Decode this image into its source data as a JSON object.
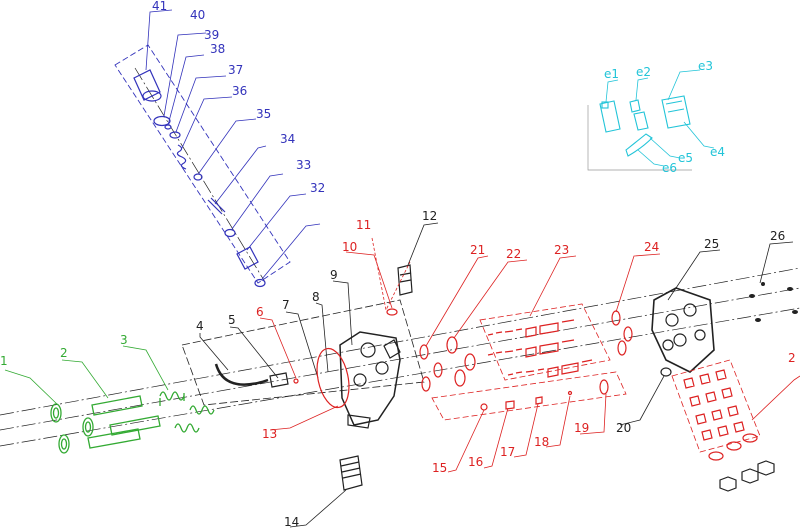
{
  "colors": {
    "green": "#33aa33",
    "red": "#dd2222",
    "blue": "#3333bb",
    "cyan": "#22c4d8",
    "dark": "#222222"
  },
  "labels": {
    "n1": "1",
    "n2": "2",
    "n3": "3",
    "n4": "4",
    "n5": "5",
    "n6": "6",
    "n7": "7",
    "n8": "8",
    "n9": "9",
    "n10": "10",
    "n11": "11",
    "n12": "12",
    "n13": "13",
    "n14": "14",
    "n15": "15",
    "n16": "16",
    "n17": "17",
    "n18": "18",
    "n19": "19",
    "n20": "20",
    "n21": "21",
    "n22": "22",
    "n23": "23",
    "n24": "24",
    "n25": "25",
    "n26": "26",
    "n27": "2",
    "n32": "32",
    "n33": "33",
    "n34": "34",
    "n35": "35",
    "n36": "36",
    "n37": "37",
    "n38": "38",
    "n39": "39",
    "n40": "40",
    "n41": "41",
    "e1": "e1",
    "e2": "e2",
    "e3": "e3",
    "e4": "e4",
    "e5": "e5",
    "e6": "e6"
  }
}
